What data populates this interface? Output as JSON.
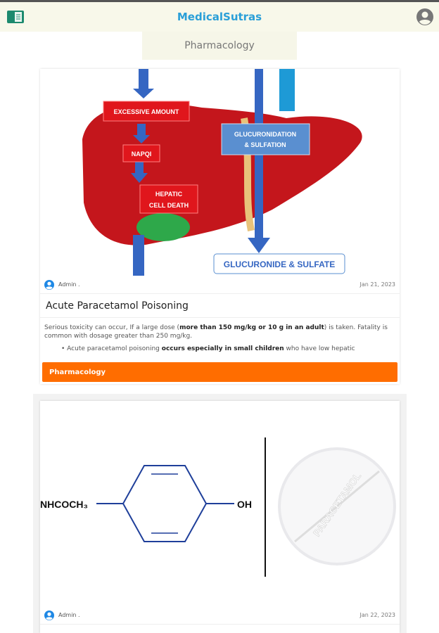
{
  "header": {
    "brand": "MedicalSutras",
    "logo_icon": "book-icon",
    "user_icon": "account-circle-icon"
  },
  "category_tab": "Pharmacology",
  "posts": [
    {
      "image_labels": {
        "excessive": "EXCESSIVE AMOUNT",
        "napqi": "NAPQI",
        "hepatic1": "HEPATIC",
        "hepatic2": "CELL DEATH",
        "gluc1": "GLUCURONIDATION",
        "gluc2": "& SULFATION",
        "gluc3": "GLUCURONIDE & SULFATE"
      },
      "author": "Admin .",
      "date": "Jan 21, 2023",
      "title": "Acute Paracetamol Poisoning",
      "excerpt": {
        "p1_a": "Serious toxicity can occur, If a large dose (",
        "p1_b": "more than 150 mg/kg or 10 g in an adult",
        "p1_c": ") is taken. Fatality is common with dosage greater than 250 mg/kg.",
        "bullet_a": "• Acute paracetamol poisoning ",
        "bullet_b": "occurs especially in small children",
        "bullet_c": " who have low hepatic"
      },
      "category": "Pharmacology"
    },
    {
      "image_labels": {
        "left": "NHCOCH₃",
        "right": "OH",
        "tablet": "PARACETAMOL"
      },
      "author": "Admin .",
      "date": "Jan 22, 2023"
    }
  ],
  "colors": {
    "brand": "#2a9fd8",
    "category": "#ff6d00"
  }
}
